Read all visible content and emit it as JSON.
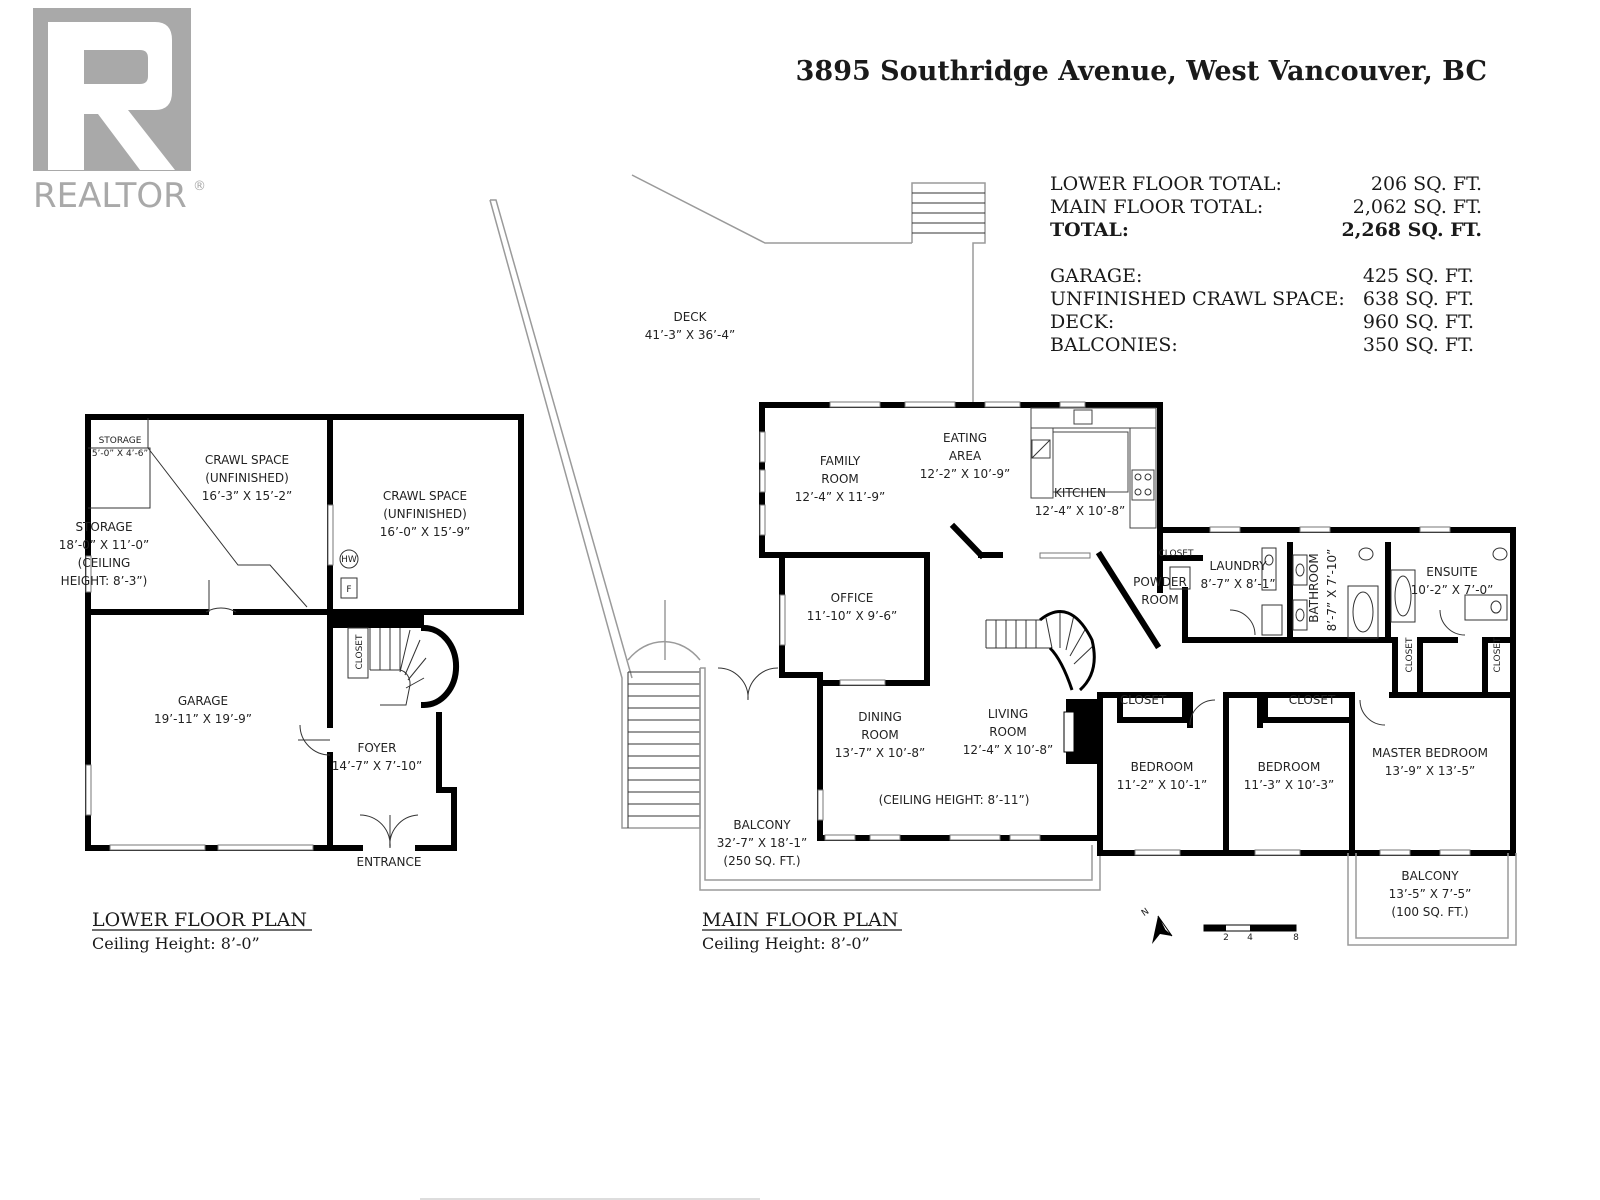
{
  "logo": {
    "text": "REALTOR",
    "mark": "®"
  },
  "address": "3895 Southridge Avenue, West Vancouver, BC",
  "totals": {
    "rows": [
      {
        "label": "LOWER FLOOR TOTAL:",
        "value": "206 SQ. FT.",
        "bold": false
      },
      {
        "label": "MAIN FLOOR TOTAL:",
        "value": "2,062 SQ. FT.",
        "bold": false
      },
      {
        "label": "TOTAL:",
        "value": "2,268 SQ. FT.",
        "bold": true
      }
    ],
    "extra": [
      {
        "label": "GARAGE:",
        "value": "425 SQ. FT."
      },
      {
        "label": "UNFINISHED CRAWL SPACE:",
        "value": "638 SQ. FT."
      },
      {
        "label": "DECK:",
        "value": "960 SQ. FT."
      },
      {
        "label": "BALCONIES:",
        "value": "350 SQ. FT."
      }
    ]
  },
  "lower_floor": {
    "title": "LOWER FLOOR PLAN",
    "ceiling": "Ceiling Height: 8’-0”",
    "rooms": {
      "storage_small": {
        "name": "STORAGE",
        "dim": "5’-0” X 4’-6”"
      },
      "crawl1": {
        "name": "CRAWL SPACE",
        "sub": "(UNFINISHED)",
        "dim": "16’-3” X 15’-2”"
      },
      "crawl2": {
        "name": "CRAWL SPACE",
        "sub": "(UNFINISHED)",
        "dim": "16’-0” X 15’-9”"
      },
      "storage": {
        "name": "STORAGE",
        "dim": "18’-0” X 11’-0”",
        "note1": "(CEILING",
        "note2": "HEIGHT: 8’-3”)"
      },
      "garage": {
        "name": "GARAGE",
        "dim": "19’-11” X 19’-9”"
      },
      "foyer": {
        "name": "FOYER",
        "dim": "14’-7” X 7’-10”"
      },
      "closet": "CLOSET",
      "entrance": "ENTRANCE",
      "hw": "HW",
      "f": "F"
    }
  },
  "main_floor": {
    "title": "MAIN FLOOR PLAN",
    "ceiling": "Ceiling Height: 8’-0”",
    "rooms": {
      "deck": {
        "name": "DECK",
        "dim": "41’-3” X 36’-4”"
      },
      "family": {
        "name1": "FAMILY",
        "name2": "ROOM",
        "dim": "12’-4” X 11’-9”"
      },
      "eating": {
        "name1": "EATING",
        "name2": "AREA",
        "dim": "12’-2” X 10’-9”"
      },
      "kitchen": {
        "name": "KITCHEN",
        "dim": "12’-4” X 10’-8”"
      },
      "office": {
        "name": "OFFICE",
        "dim": "11’-10” X 9’-6”"
      },
      "powder": {
        "name1": "POWDER",
        "name2": "ROOM"
      },
      "laundry": {
        "name": "LAUNDRY",
        "dim": "8’-7” X 8’-1”"
      },
      "bathroom": {
        "name": "BATHROOM",
        "dim": "8’-7” X 7’-10”"
      },
      "ensuite": {
        "name": "ENSUITE",
        "dim": "10’-2” X 7’-0”"
      },
      "dining": {
        "name1": "DINING",
        "name2": "ROOM",
        "dim": "13’-7” X 10’-8”"
      },
      "living": {
        "name1": "LIVING",
        "name2": "ROOM",
        "dim": "12’-4” X 10’-8”"
      },
      "ceiling_note": "(CEILING HEIGHT: 8’-11”)",
      "bedroom1": {
        "name": "BEDROOM",
        "dim": "11’-2” X 10’-1”"
      },
      "bedroom2": {
        "name": "BEDROOM",
        "dim": "11’-3” X 10’-3”"
      },
      "master": {
        "name": "MASTER BEDROOM",
        "dim": "13’-9” X 13’-5”"
      },
      "balcony1": {
        "name": "BALCONY",
        "dim": "32’-7” X 18’-1”",
        "area": "(250 SQ. FT.)"
      },
      "balcony2": {
        "name": "BALCONY",
        "dim": "13’-5” X 7’-5”",
        "area": "(100 SQ. FT.)"
      },
      "closet": "CLOSET"
    }
  },
  "north": "N",
  "scale": {
    "ticks": [
      "2",
      "4",
      "8"
    ]
  }
}
